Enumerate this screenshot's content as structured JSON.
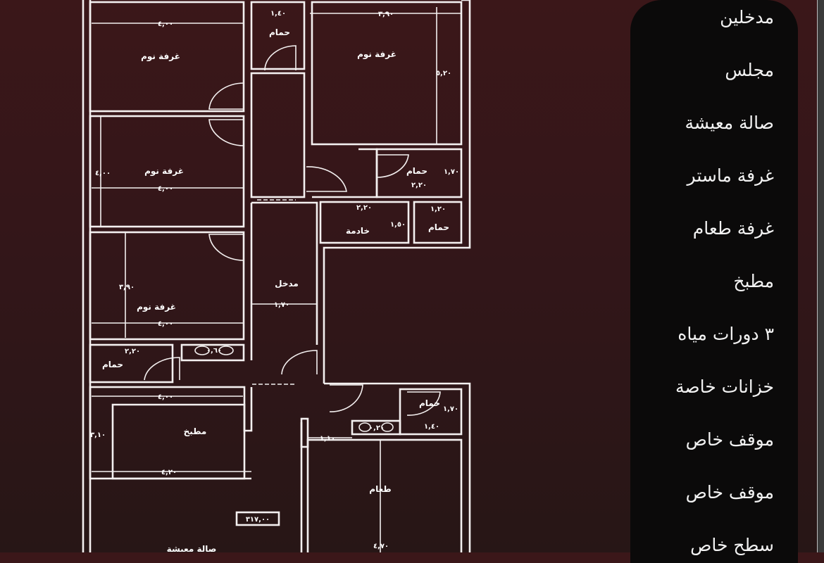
{
  "plan": {
    "rooms": {
      "bedroom_1": "غرفة نوم",
      "bedroom_2": "غرفة نوم",
      "bedroom_3": "غرفة نوم",
      "bedroom_4": "غرفة نوم",
      "bath_1": "حمام",
      "bath_2": "حمام",
      "bath_3": "حمام",
      "bath_4": "حمام",
      "bath_5": "حمام",
      "maid": "خادمة",
      "entrance": "مدخل",
      "kitchen": "مطبخ",
      "dining": "طعام",
      "living": "صالة معيشة",
      "area": "٣١٧,٠٠"
    },
    "dims": {
      "d1": "٤,٠٠",
      "d2": "١,٤٠",
      "d3": "٣,٩٠",
      "d4": "٥,٢٠",
      "d5": "٤,٠٠",
      "d6": "٤,٠٠",
      "d7": "٢,٢٠",
      "d8": "١,٧٠",
      "d9": "٢,٢٠",
      "d10": "١,٢٠",
      "d11": "١,٥٠",
      "d12": "٣,٩٠",
      "d13": "١,٧٠",
      "d14": "٤,٠٠",
      "d15": "٢,٢٠",
      "d16": "٠,٦٠",
      "d17": "٤,٠٠",
      "d18": "٣,١٠",
      "d19": "٤,٢٠",
      "d20": "١,١٠",
      "d21": "١,٤٠",
      "d22": "٠,٢٠",
      "d23": "١,٧٠",
      "d24": "٤,٧٠"
    }
  },
  "features": [
    "مدخلين",
    "مجلس",
    "صالة معيشة",
    "غرفة ماستر",
    "غرفة طعام",
    "مطبخ",
    "٣ دورات مياه",
    "خزانات خاصة",
    "موقف خاص",
    "موقف خاص",
    "سطح خاص"
  ]
}
